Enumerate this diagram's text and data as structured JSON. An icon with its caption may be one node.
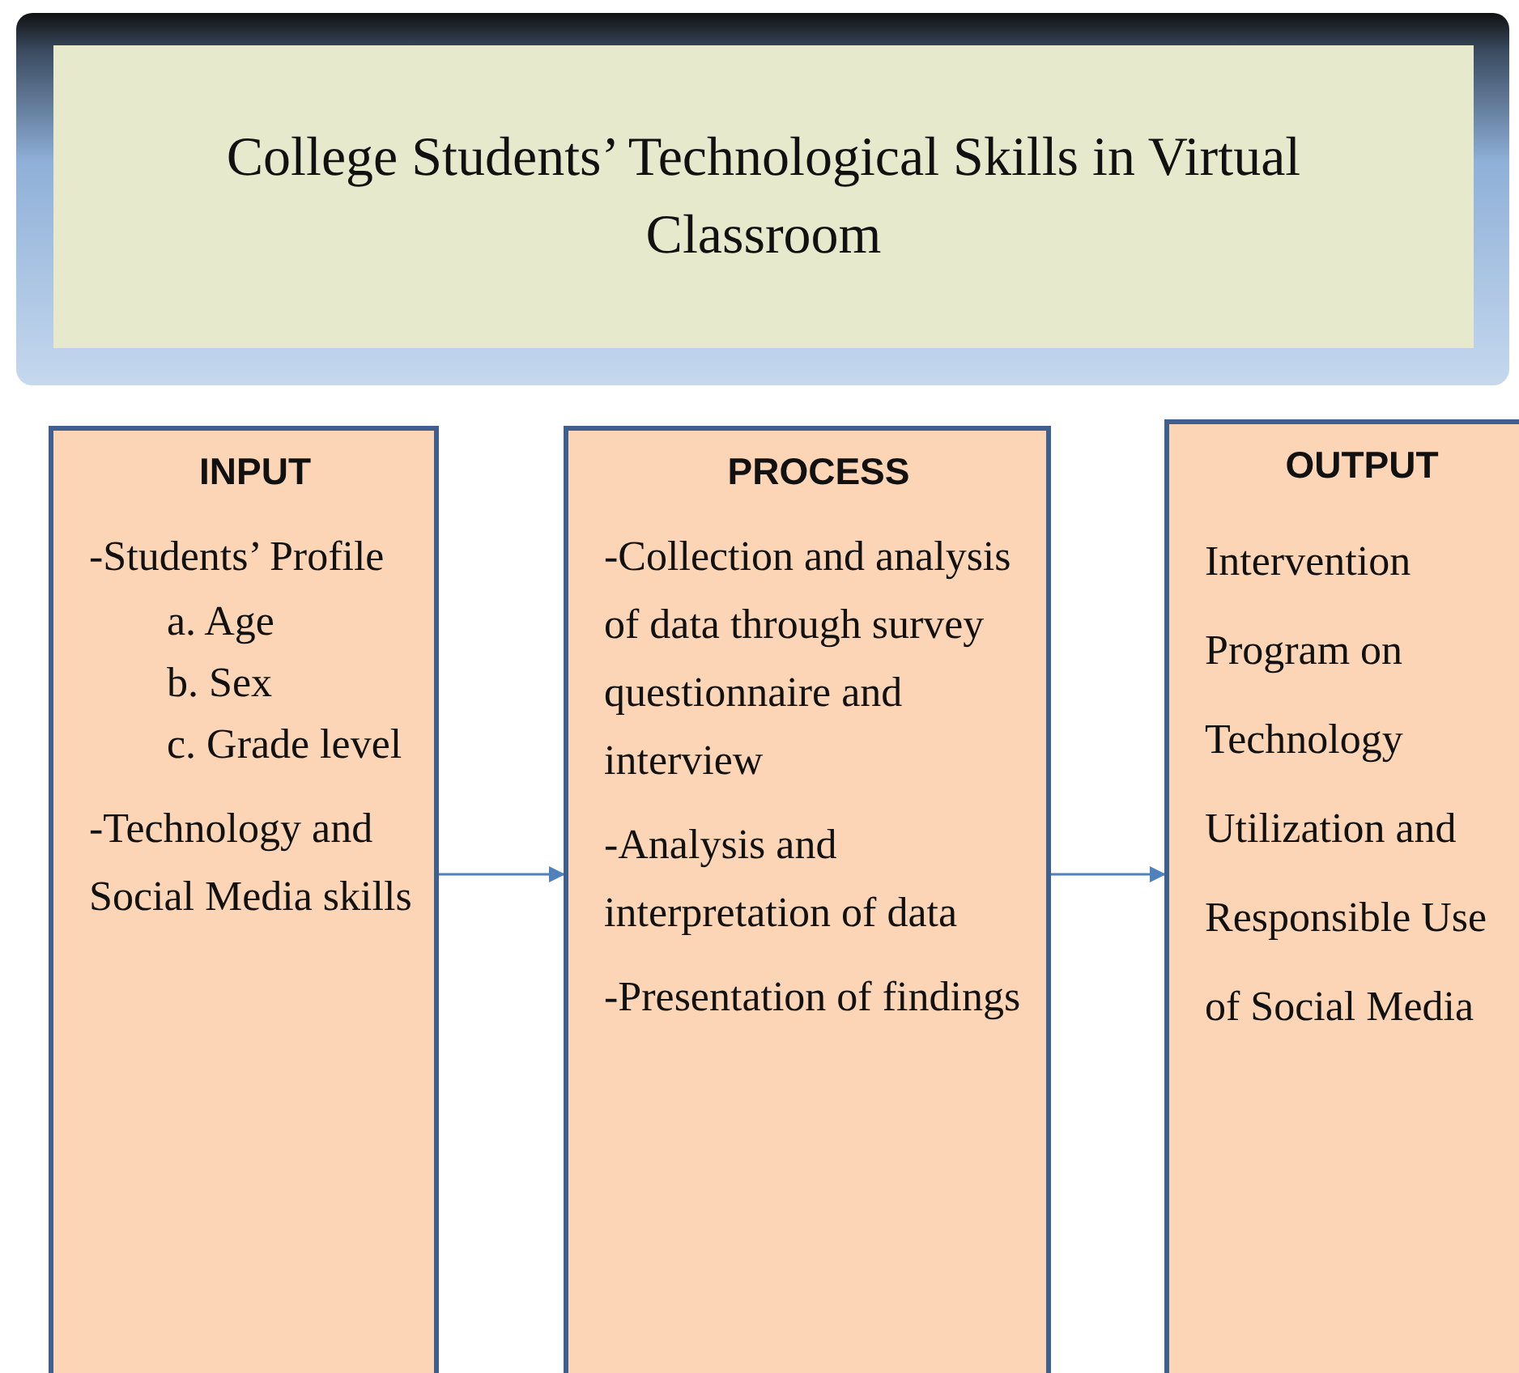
{
  "diagram": {
    "nodes": [
      {
        "text": [
          "College Students’ Technological Skills in Virtual Classroom"
        ]
      },
      {
        "text": [
          "INPUT",
          "-Students’ Profile",
          "a. Age",
          "b. Sex",
          "c. Grade level",
          "-Technology and Social Media skills"
        ]
      },
      {
        "text": [
          "PROCESS",
          "-Collection and analysis of data through survey questionnaire and interview",
          "-Analysis and interpretation of data",
          "-Presentation of findings"
        ]
      },
      {
        "text": [
          "OUTPUT",
          "Intervention Program on Technology Utilization and Responsible Use of Social Media"
        ]
      }
    ],
    "edges": [
      {
        "from": 1,
        "to": 2,
        "arrow": "to"
      },
      {
        "from": 2,
        "to": 3,
        "arrow": "to"
      }
    ]
  }
}
